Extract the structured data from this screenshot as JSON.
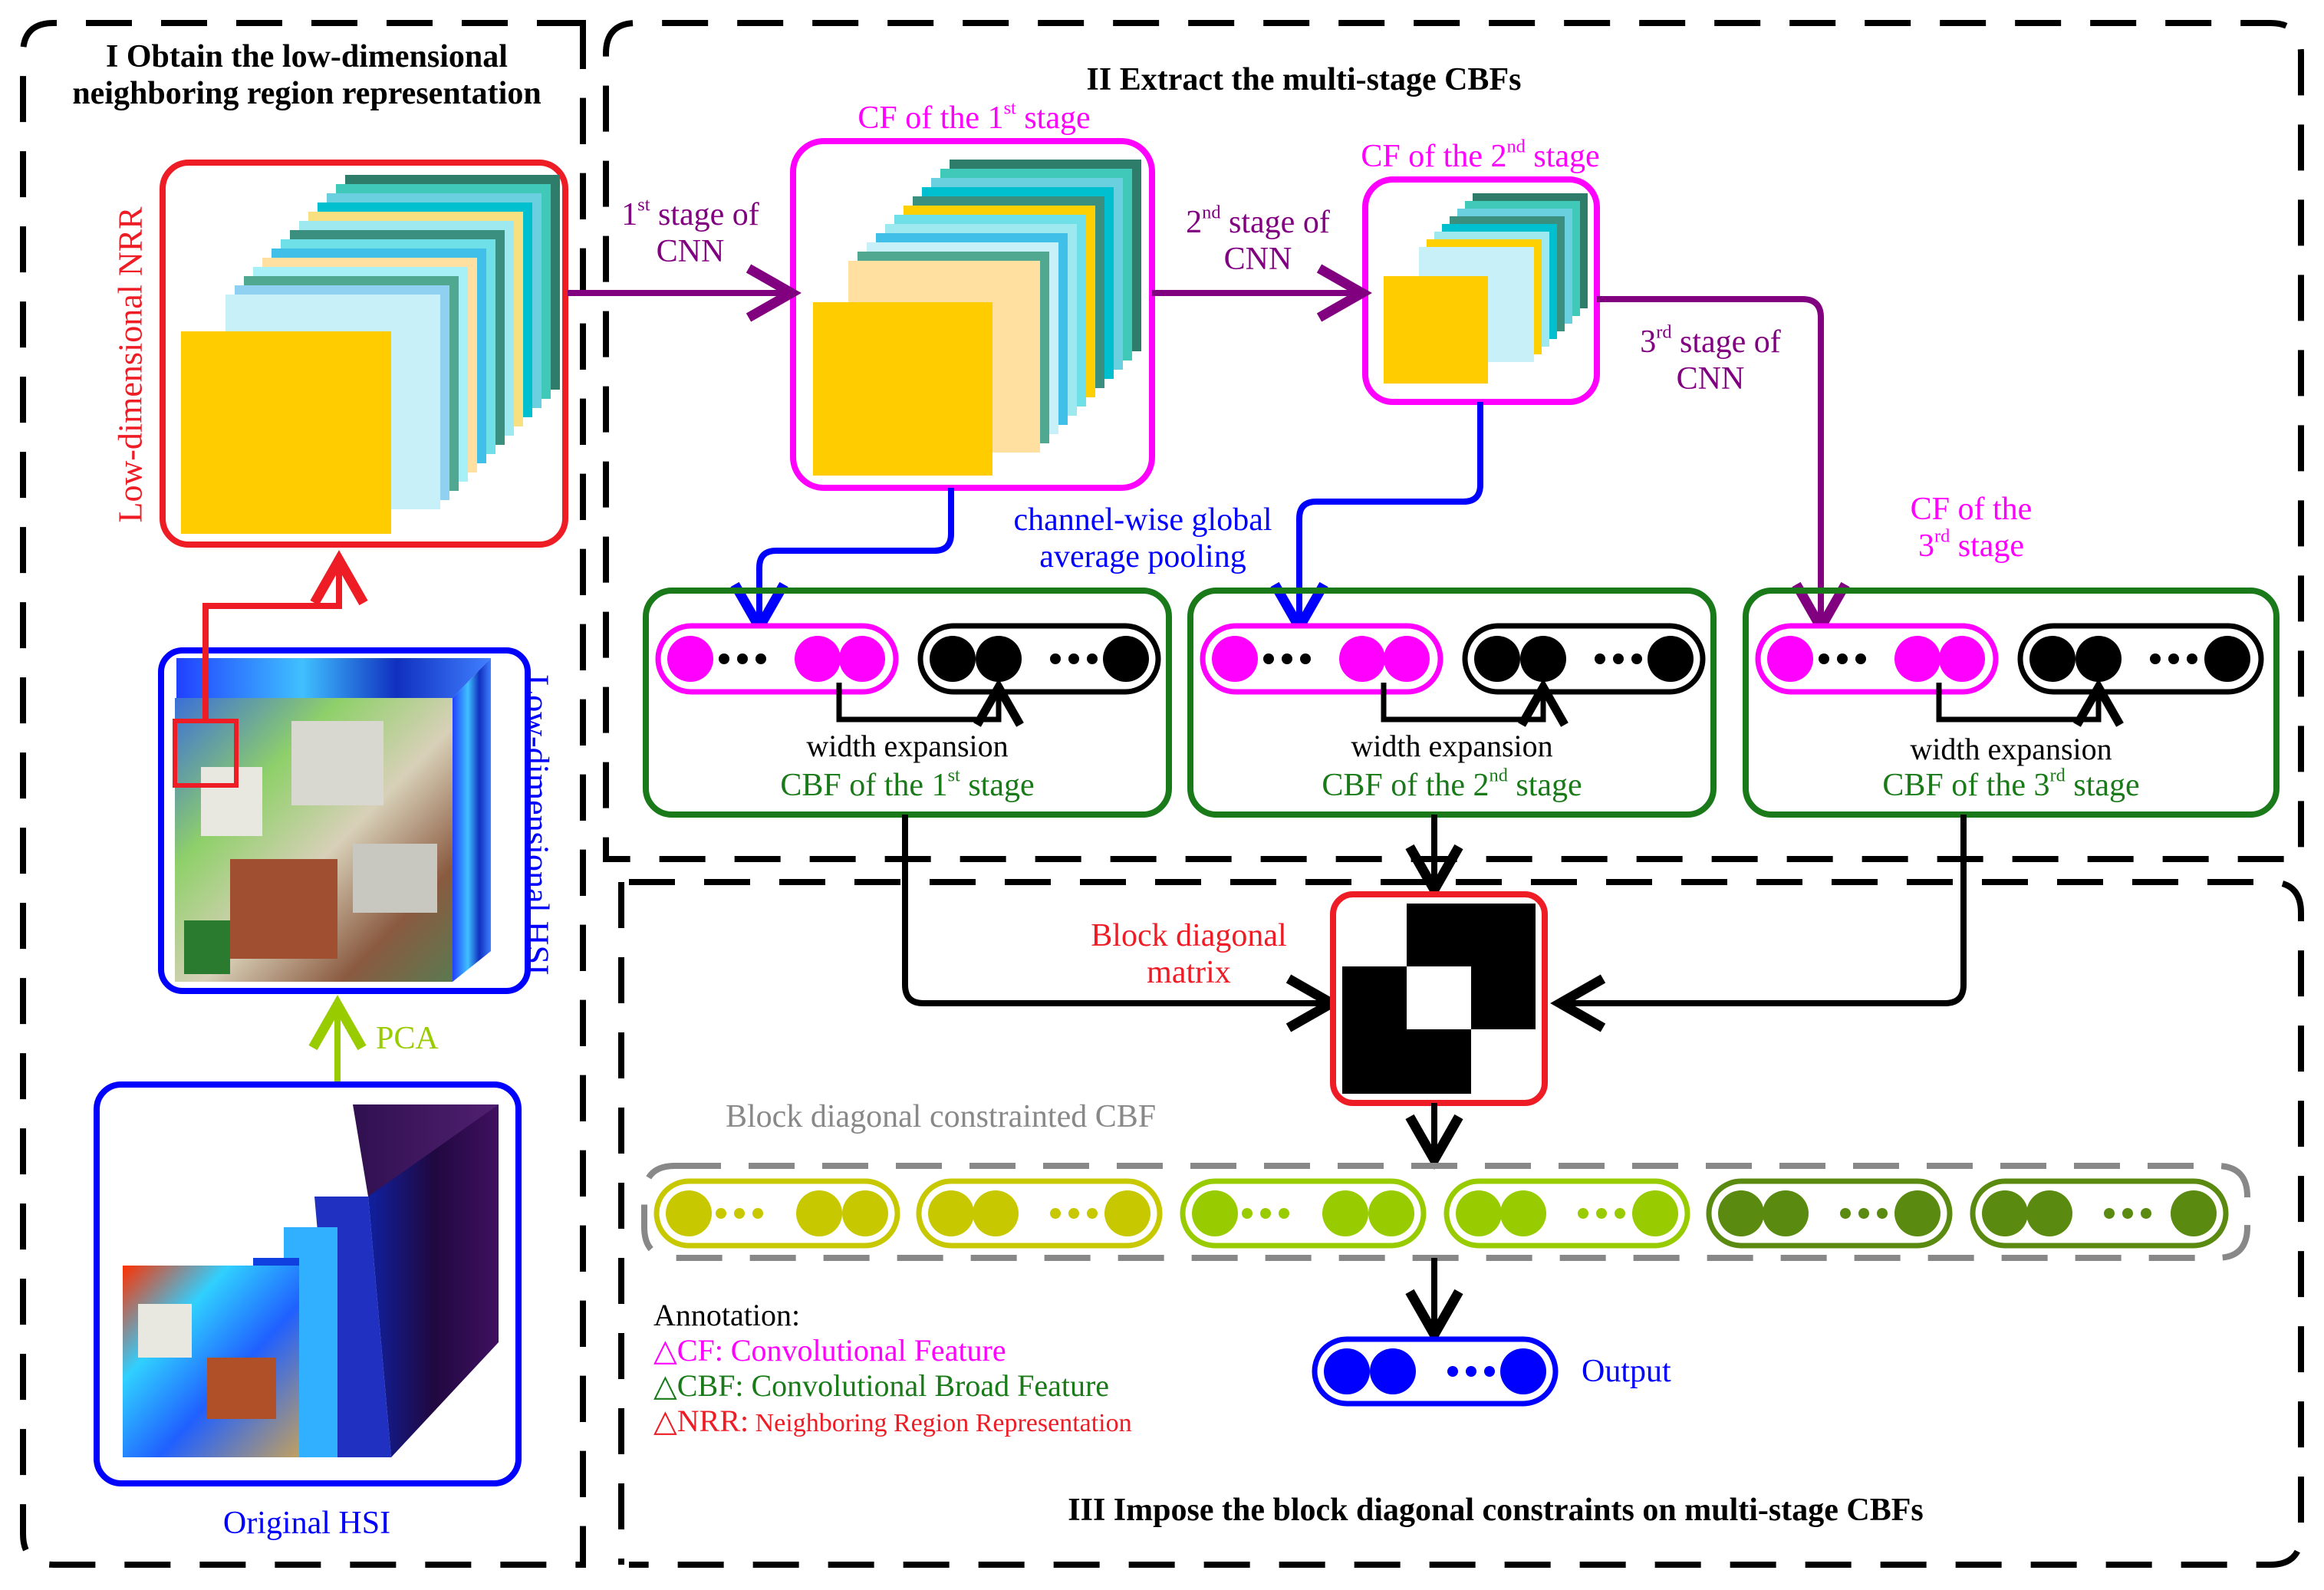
{
  "colors": {
    "red": "#ee1c25",
    "blue": "#0000ff",
    "magenta": "#ff00ff",
    "green": "#1a7a1a",
    "purple": "#800080",
    "lime": "#99cc00",
    "gray": "#888888",
    "black": "#000000",
    "gold": "#ffcc00"
  },
  "sections": {
    "s1_line1": "I Obtain the low-dimensional",
    "s1_line2": "neighboring region representation",
    "s2": "II Extract the multi-stage CBFs",
    "s3": "III Impose the block diagonal constraints on multi-stage CBFs"
  },
  "labels": {
    "low_nrr": "Low-dimensional NRR",
    "low_hsi": "Low-dimensional HSI",
    "pca": "PCA",
    "original_hsi": "Original HSI",
    "cf_prefix": "CF of the ",
    "stage_suffix": " stage",
    "cbf_prefix": "CBF of the ",
    "ord_1": "1",
    "ord_1_sup": "st",
    "ord_2": "2",
    "ord_2_sup": "nd",
    "ord_3": "3",
    "ord_3_sup": "rd",
    "stage_of": " stage of",
    "stage_of_3": " stage of",
    "cnn": "CNN",
    "cf3_line1": "CF of the",
    "cf3_stage": " stage",
    "gap_line1": "channel-wise global",
    "gap_line2": "average pooling",
    "width_expansion": "width expansion",
    "bdm_line1": "Block diagonal",
    "bdm_line2": "matrix",
    "bd_cbf": "Block diagonal constrainted CBF",
    "output": "Output"
  },
  "annotation": {
    "title": "Annotation:",
    "cf": "△CF: Convolutional Feature",
    "cbf": "△CBF: Convolutional Broad Feature",
    "nrr_head": "△NRR:",
    "nrr_rest": " Neighboring Region Representation"
  }
}
